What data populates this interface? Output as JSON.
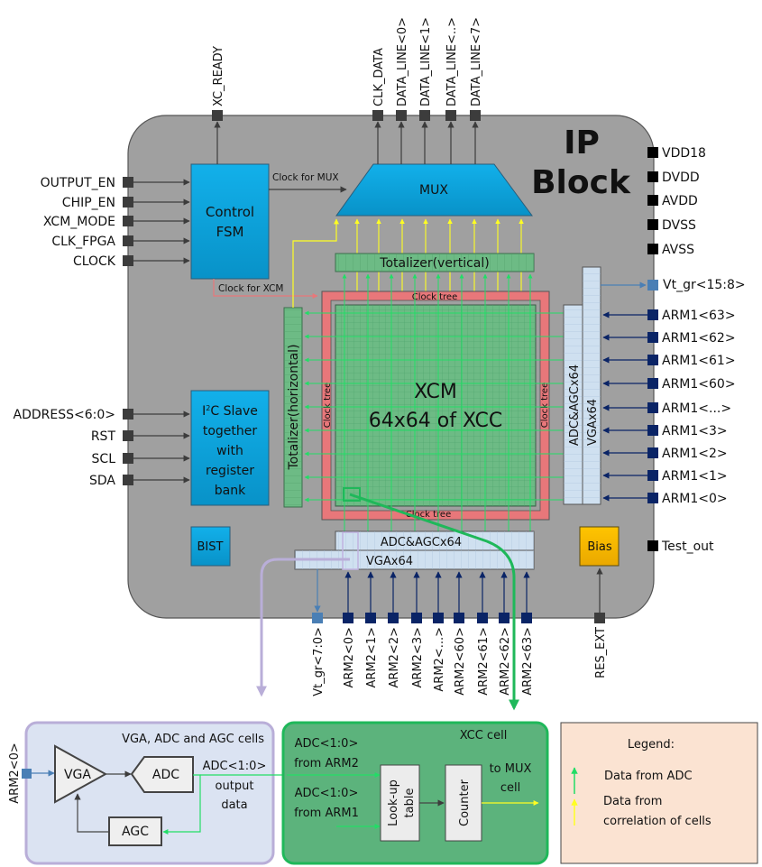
{
  "ip_block": {
    "title_line1": "IP",
    "title_line2": "Block",
    "colors": {
      "block_bg": "#a0a0a0",
      "module_blue": "#0aa2dc",
      "totalizer_green": "#6dbb85",
      "clock_tree_red": "#e8777a",
      "vga_light_blue": "#cfe0f0",
      "bias_orange": "#f5b400",
      "green_arrow": "#22dd66",
      "yellow_arrow": "#ffff22",
      "pin_dark": "#3c3c3c",
      "pin_navy": "#0a2466",
      "pin_steel": "#4a7fb5"
    },
    "top_pins": [
      "XC_READY",
      "CLK_DATA",
      "DATA_LINE<0>",
      "DATA_LINE<1>",
      "DATA_LINE<..>",
      "DATA_LINE<7>"
    ],
    "left_pins_fsm": [
      "OUTPUT_EN",
      "CHIP_EN",
      "XCM_MODE",
      "CLK_FPGA",
      "CLOCK"
    ],
    "left_pins_i2c": [
      "ADDRESS<6:0>",
      "RST",
      "SCL",
      "SDA"
    ],
    "right_power_pins": [
      "VDD18",
      "DVDD",
      "AVDD",
      "DVSS",
      "AVSS"
    ],
    "right_vt_pin": "Vt_gr<15:8>",
    "right_arm1_pins": [
      "ARM1<63>",
      "ARM1<62>",
      "ARM1<61>",
      "ARM1<60>",
      "ARM1<...>",
      "ARM1<3>",
      "ARM1<2>",
      "ARM1<1>",
      "ARM1<0>"
    ],
    "right_test_pin": "Test_out",
    "bottom_vt_pin": "Vt_gr<7:0>",
    "bottom_arm2_pins": [
      "ARM2<0>",
      "ARM2<1>",
      "ARM2<2>",
      "ARM2<3>",
      "ARM2<...>",
      "ARM2<60>",
      "ARM2<61>",
      "ARM2<62>",
      "ARM2<63>"
    ],
    "bottom_res_pin": "RES_EXT",
    "modules": {
      "control_fsm": [
        "Control",
        "FSM"
      ],
      "mux": "MUX",
      "clock_for_mux": "Clock for MUX",
      "clock_for_xcm": "Clock for XCM",
      "totalizer_vertical": "Totalizer(vertical)",
      "totalizer_horizontal": "Totalizer(horizontal)",
      "clock_tree": "Clock tree",
      "xcm_line1": "XCM",
      "xcm_line2": "64x64 of XCC",
      "i2c_slave": [
        "I",
        "2",
        "C Slave",
        "together",
        "with",
        "register",
        "bank"
      ],
      "bist": "BIST",
      "adc_agc_right": "ADC&AGCx64",
      "vga_right": "VGAx64",
      "adc_agc_bottom": "ADC&AGCx64",
      "vga_bottom": "VGAx64",
      "bias": "Bias"
    }
  },
  "vga_panel": {
    "title": "VGA, ADC and AGC cells",
    "input_pin": "ARM2<0>",
    "vga": "VGA",
    "adc": "ADC",
    "agc": "AGC",
    "output_label": [
      "ADC<1:0>",
      "output",
      "data"
    ]
  },
  "xcc_panel": {
    "title": "XCC cell",
    "input_arm2": [
      "ADC<1:0>",
      "from ARM2"
    ],
    "input_arm1": [
      "ADC<1:0>",
      "from ARM1"
    ],
    "lookup": [
      "Look-up",
      "table"
    ],
    "counter": "Counter",
    "output_label": [
      "to MUX",
      "cell"
    ]
  },
  "legend": {
    "title": "Legend:",
    "items": [
      {
        "label": [
          "Data from ADC"
        ],
        "color": "#22dd66"
      },
      {
        "label": [
          "Data from",
          "correlation of cells"
        ],
        "color": "#ffff22"
      }
    ]
  }
}
